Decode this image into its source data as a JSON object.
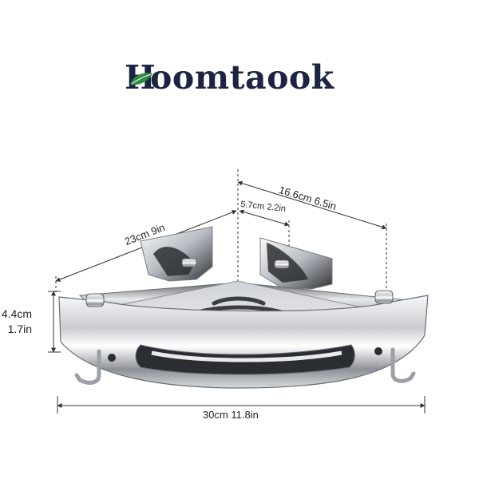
{
  "brand": {
    "initial": "H",
    "rest": "oomtaook",
    "leaf_color": "#2e8b3e"
  },
  "dimensions": {
    "depth_top": "16.6cm 6.5in",
    "hole_gap": "5.7cm 2.2in",
    "side_length": "23cm 9in",
    "height_cm": "4.4cm",
    "height_in": "1.7in",
    "width": "30cm 11.8in"
  },
  "colors": {
    "text": "#1b2440",
    "line": "#333333",
    "steel_light": "#e9ebee",
    "steel_dark": "#4a4d52"
  }
}
